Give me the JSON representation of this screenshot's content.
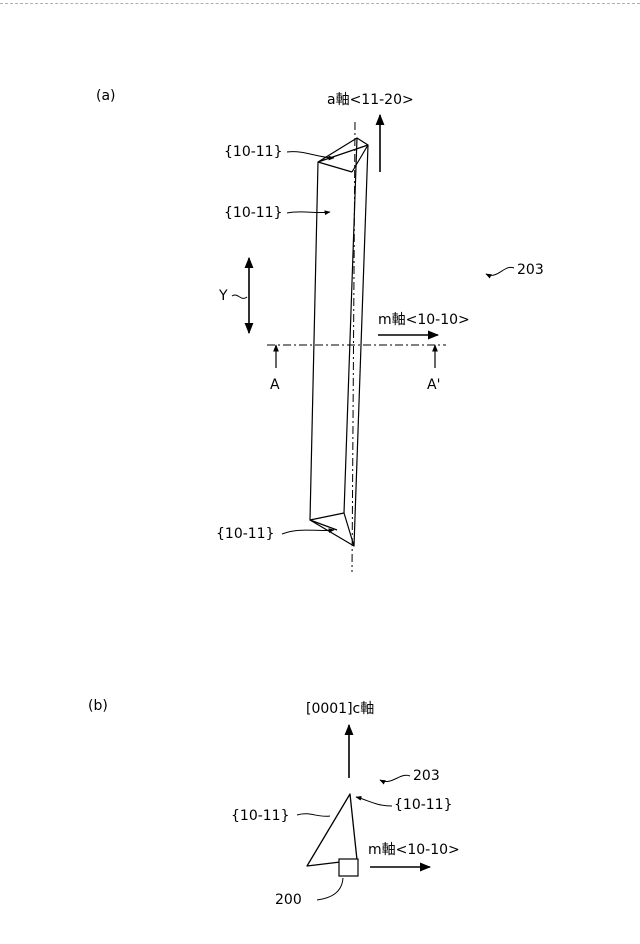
{
  "panel_a": {
    "label": "(a)",
    "a_axis": "a軸<11-20>",
    "face_top_corner": "{10-11}",
    "face_side": "{10-11}",
    "face_bottom": "{10-11}",
    "direction_y": "Y",
    "m_axis": "m軸<10-10>",
    "section_a": "A",
    "section_a_prime": "A'",
    "ref_203": "203"
  },
  "panel_b": {
    "label": "(b)",
    "c_axis": "[0001]c軸",
    "ref_203": "203",
    "face_left": "{10-11}",
    "face_right": "{10-11}",
    "m_axis": "m軸<10-10>",
    "ref_200": "200"
  }
}
